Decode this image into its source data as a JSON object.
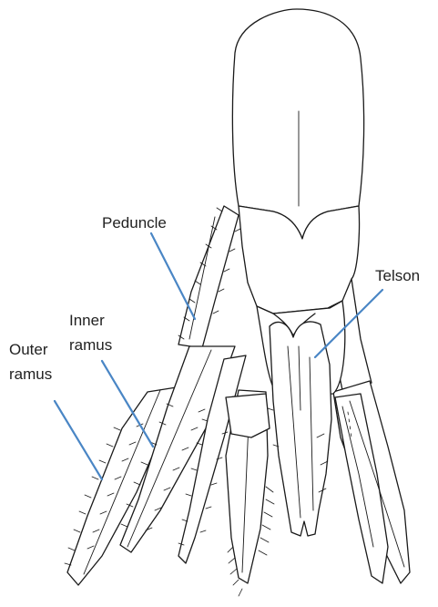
{
  "labels": {
    "peduncle": "Peduncle",
    "telson": "Telson",
    "inner_ramus_line1": "Inner",
    "inner_ramus_line2": "ramus",
    "outer_ramus_line1": "Outer",
    "outer_ramus_line2": "ramus"
  },
  "colors": {
    "leader_line": "#4a86c5",
    "outline": "#1a1a1a",
    "label_text": "#222222"
  }
}
